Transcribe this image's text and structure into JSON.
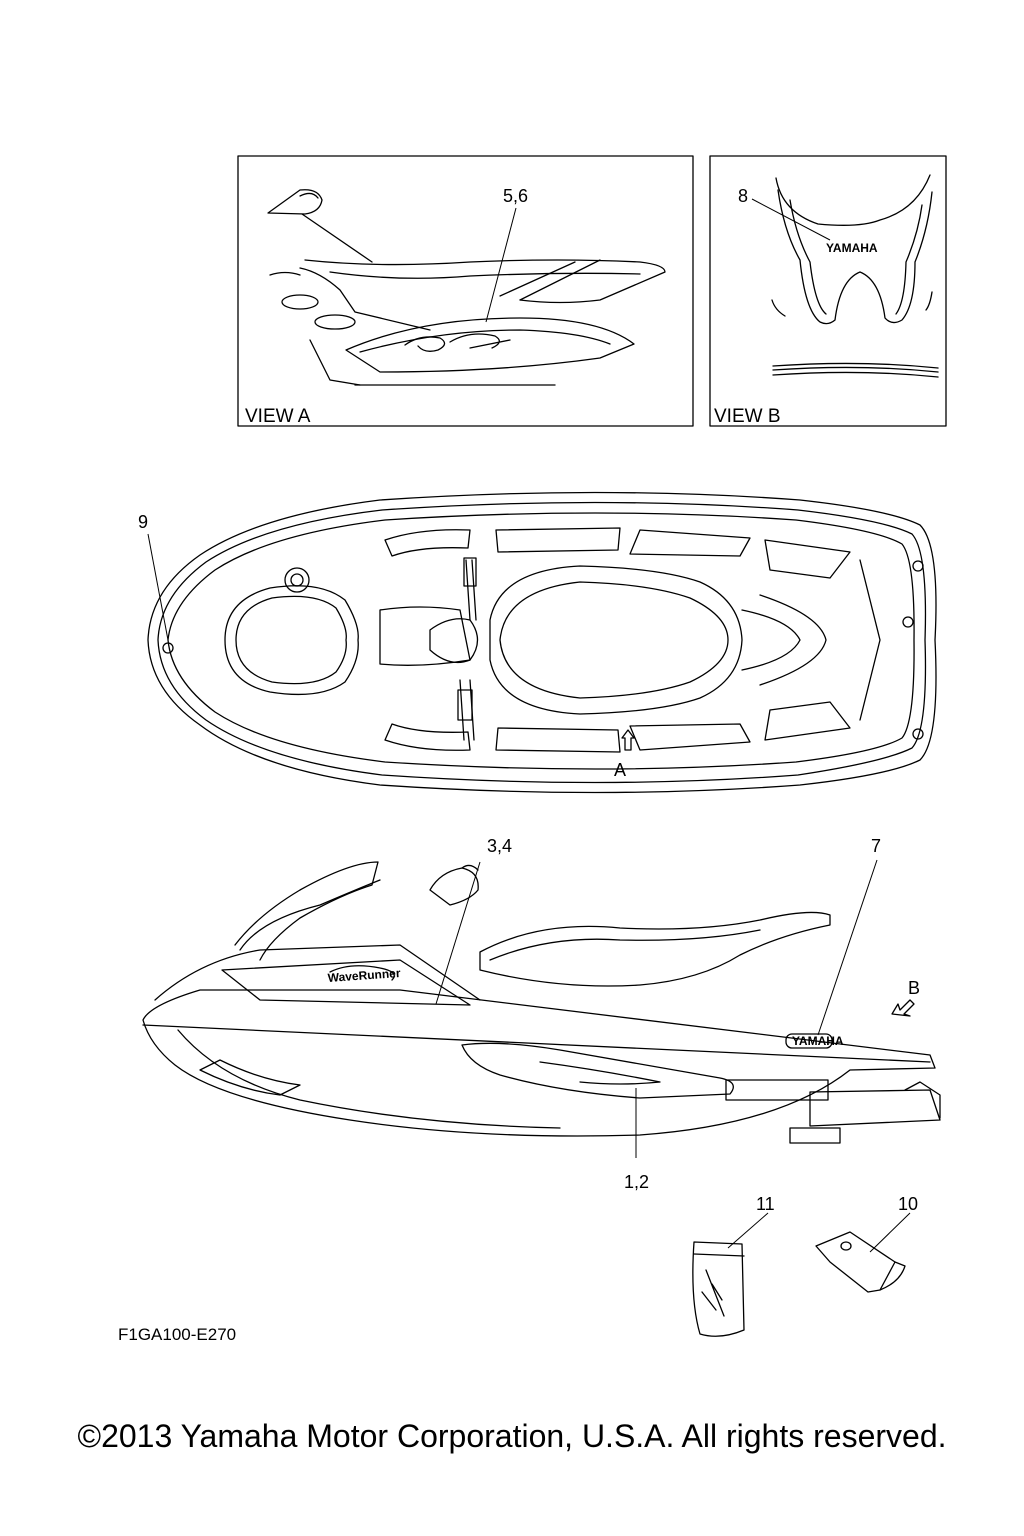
{
  "views": {
    "view_a": "VIEW A",
    "view_b": "VIEW B"
  },
  "callouts": {
    "c56": "5,6",
    "c8": "8",
    "c9": "9",
    "c34": "3,4",
    "c7": "7",
    "c12": "1,2",
    "c11": "11",
    "c10": "10",
    "arrow_a": "A",
    "arrow_b": "B"
  },
  "logo_text": "YAMAHA",
  "diagram_code": "F1GA100-E270",
  "copyright": "©2013 Yamaha Motor Corporation, U.S.A. All rights reserved."
}
